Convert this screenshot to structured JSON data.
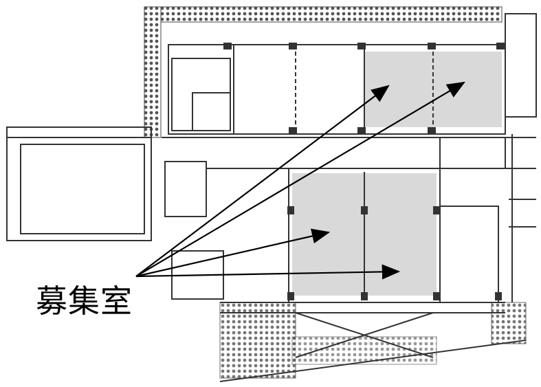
{
  "diagram": {
    "type": "floor-plan",
    "callout_label": "募集室",
    "highlighted_rooms": 4,
    "colors": {
      "highlight_fill": "#d9d9d9",
      "wall": "#333333",
      "arrow": "#000000"
    }
  }
}
